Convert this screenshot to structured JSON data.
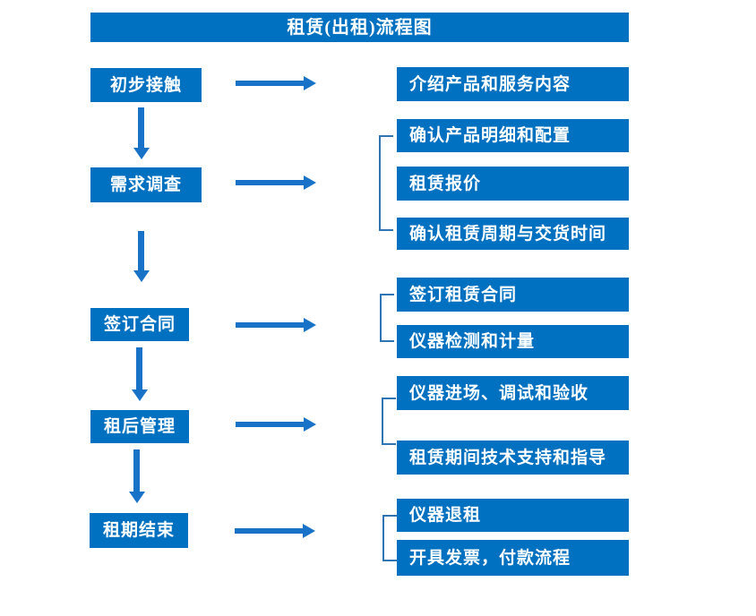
{
  "title": "租赁(出租)流程图",
  "colors": {
    "box_blue": "#0070C0",
    "arrow_blue": "#1873C8",
    "bracket_blue": "#2E75B6",
    "text_white": "#FFFFFF",
    "background": "#FFFFFF"
  },
  "steps": [
    {
      "label": "初步接触",
      "details": [
        "介绍产品和服务内容"
      ]
    },
    {
      "label": "需求调查",
      "details": [
        "确认产品明细和配置",
        "租赁报价",
        "确认租赁周期与交货时间"
      ]
    },
    {
      "label": "签订合同",
      "details": [
        "签订租赁合同",
        "仪器检测和计量"
      ]
    },
    {
      "label": "租后管理",
      "details": [
        "仪器进场、调试和验收",
        "租赁期间技术支持和指导"
      ]
    },
    {
      "label": "租期结束",
      "details": [
        "仪器退租",
        "开具发票，付款流程"
      ]
    }
  ]
}
